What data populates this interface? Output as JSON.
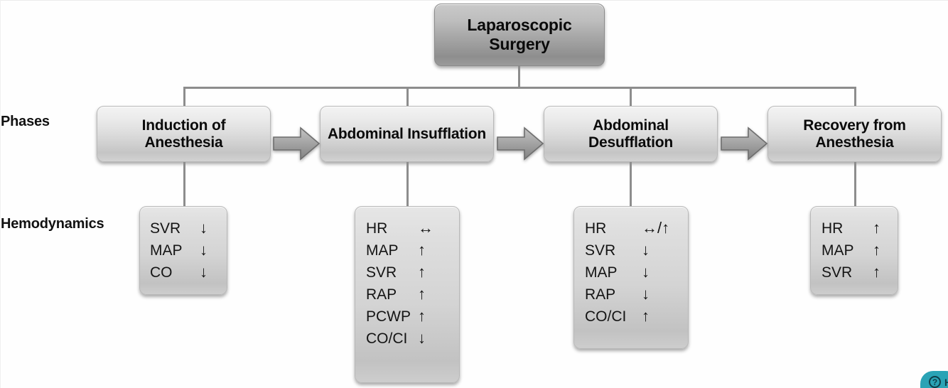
{
  "diagram": {
    "root": {
      "label": "Laparoscopic Surgery"
    },
    "row_labels": {
      "phases": "Phases",
      "hemodynamics": "Hemodynamics"
    },
    "phases": [
      {
        "id": "induction",
        "label": "Induction of\nAnesthesia",
        "line1": "Induction of",
        "line2": "Anesthesia"
      },
      {
        "id": "insufflation",
        "label": "Abdominal Insufflation",
        "line1": "Abdominal Insufflation",
        "line2": ""
      },
      {
        "id": "desufflation",
        "label": "Abdominal\nDesufflation",
        "line1": "Abdominal",
        "line2": "Desufflation"
      },
      {
        "id": "recovery",
        "label": "Recovery from\nAnesthesia",
        "line1": "Recovery from",
        "line2": "Anesthesia"
      }
    ],
    "connector_arrows": [
      {
        "from": "induction",
        "to": "insufflation",
        "icon": "right-arrow-icon"
      },
      {
        "from": "insufflation",
        "to": "desufflation",
        "icon": "right-arrow-icon"
      },
      {
        "from": "desufflation",
        "to": "recovery",
        "icon": "right-arrow-icon"
      }
    ],
    "hemodynamics": [
      {
        "phase": "induction",
        "rows": [
          {
            "parameter": "SVR",
            "change": "↓"
          },
          {
            "parameter": "MAP",
            "change": "↓"
          },
          {
            "parameter": "CO",
            "change": "↓"
          }
        ]
      },
      {
        "phase": "insufflation",
        "rows": [
          {
            "parameter": "HR",
            "change": "↔"
          },
          {
            "parameter": "MAP",
            "change": "↑"
          },
          {
            "parameter": "SVR",
            "change": "↑"
          },
          {
            "parameter": "RAP",
            "change": "↑"
          },
          {
            "parameter": "PCWP",
            "change": "↑"
          },
          {
            "parameter": "CO/CI",
            "change": "↓"
          }
        ]
      },
      {
        "phase": "desufflation",
        "rows": [
          {
            "parameter": "HR",
            "change": "↔/↑"
          },
          {
            "parameter": "SVR",
            "change": "↓"
          },
          {
            "parameter": "MAP",
            "change": "↓"
          },
          {
            "parameter": "RAP",
            "change": "↓"
          },
          {
            "parameter": "CO/CI",
            "change": "↑"
          }
        ]
      },
      {
        "phase": "recovery",
        "rows": [
          {
            "parameter": "HR",
            "change": "↑"
          },
          {
            "parameter": "MAP",
            "change": "↑"
          },
          {
            "parameter": "SVR",
            "change": "↑"
          }
        ]
      }
    ]
  },
  "help_widget": {
    "label": "H",
    "icon": "question-mark-circle-icon",
    "color": "#2aa3b5"
  },
  "colors": {
    "background": "#fefefe",
    "root_box": "#a8a8a8",
    "phase_box": "#dcdcdc",
    "hemo_box": "#d4d4d4",
    "connector_line": "#8d8d8d",
    "arrow_fill": "#9a9a9a",
    "text": "#0a0a0a"
  }
}
